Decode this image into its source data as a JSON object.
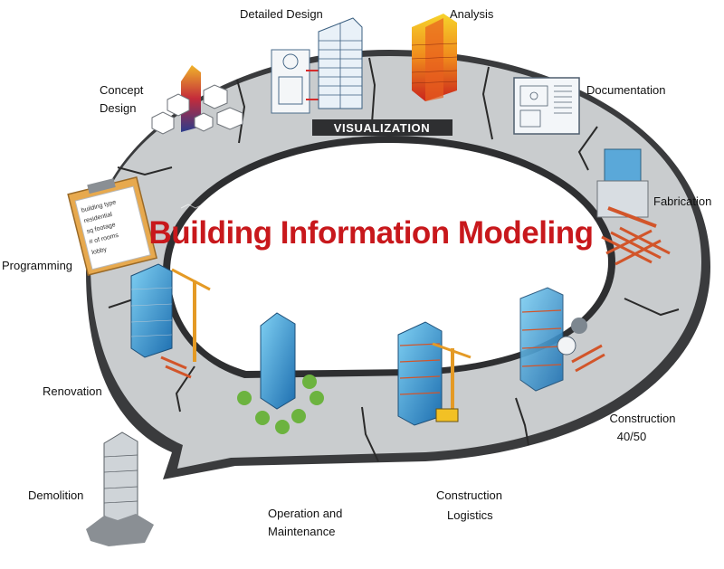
{
  "title": "Building Information Modeling",
  "ring_label": "VISUALIZATION",
  "stages": {
    "detailed_design": "Detailed Design",
    "analysis": "Analysis",
    "concept_design_line1": "Concept",
    "concept_design_line2": "Design",
    "documentation": "Documentation",
    "fabrication": "Fabrication",
    "programming": "Programming",
    "renovation": "Renovation",
    "construction_line1": "Construction",
    "construction_line2": "40/50",
    "demolition": "Demolition",
    "operation_line1": "Operation and",
    "operation_line2": "Maintenance",
    "logistics_line1": "Construction",
    "logistics_line2": "Logistics"
  },
  "checklist": {
    "items": [
      "building type",
      "residential",
      "sq footage",
      "# of rooms",
      "lobby"
    ]
  },
  "colors": {
    "title": "#c8181c",
    "ring_surface": "#c9ccce",
    "ring_edge": "#3a3b3d",
    "glass": "#3aa5dc",
    "steel": "#d2552a"
  }
}
